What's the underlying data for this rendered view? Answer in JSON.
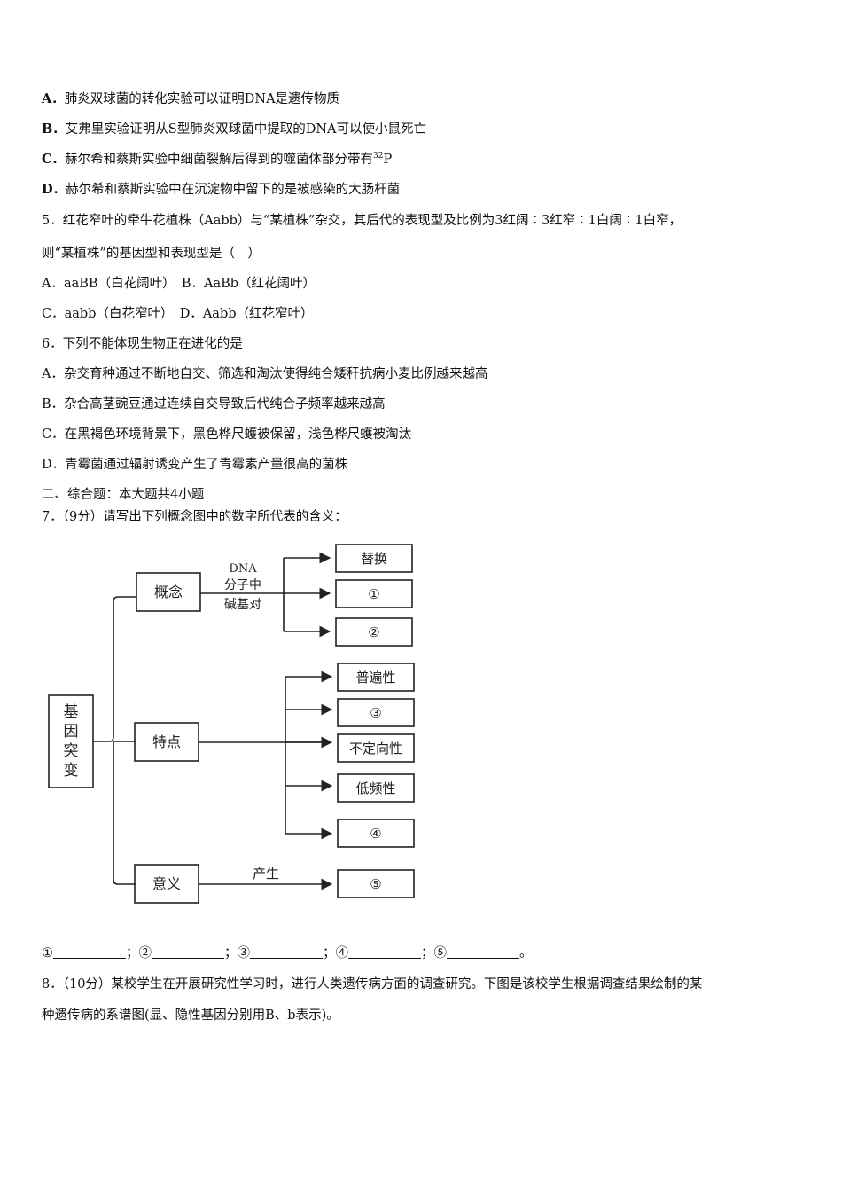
{
  "q4_options": [
    {
      "label": "A．",
      "text": "肺炎双球菌的转化实验可以证明DNA是遗传物质"
    },
    {
      "label": "B．",
      "text": "艾弗里实验证明从S型肺炎双球菌中提取的DNA可以使小鼠死亡"
    },
    {
      "label": "C．",
      "text": "赫尔希和蔡斯实验中细菌裂解后得到的噬菌体部分带有",
      "sup": "32",
      "tail": "P"
    },
    {
      "label": "D．",
      "text": "赫尔希和蔡斯实验中在沉淀物中留下的是被感染的大肠杆菌"
    }
  ],
  "q5": {
    "stem_line1": "5．红花窄叶的牵牛花植株（Aabb）与“某植株”杂交，其后代的表现型及比例为3红阔∶3红窄∶1白阔∶1白窄，",
    "stem_line2": "则“某植株”的基因型和表现型是（　）",
    "row1": "A．aaBB（白花阔叶）　B．AaBb（红花阔叶）",
    "row2": "C．aabb（白花窄叶）　D．Aabb（红花窄叶）"
  },
  "q6": {
    "stem": "6．下列不能体现生物正在进化的是",
    "options": [
      "A．杂交育种通过不断地自交、筛选和淘汰使得纯合矮秆抗病小麦比例越来越高",
      "B．杂合高茎豌豆通过连续自交导致后代纯合子频率越来越高",
      "C．在黑褐色环境背景下，黑色桦尺蠖被保留，浅色桦尺蠖被淘汰",
      "D．青霉菌通过辐射诱变产生了青霉素产量很高的菌株"
    ]
  },
  "section2": "二、综合题：本大题共4小题",
  "q7": {
    "stem": "7．（9分）请写出下列概念图中的数字所代表的含义：",
    "diagram": {
      "root": "基因突变",
      "branches": [
        "概念",
        "特点",
        "意义"
      ],
      "edge_label_concept": [
        "DNA",
        "分子中",
        "碱基对"
      ],
      "edge_label_meaning": "产生",
      "concept_targets": [
        "替换",
        "①",
        "②"
      ],
      "feature_targets": [
        "普遍性",
        "③",
        "不定向性",
        "低频性",
        "④"
      ],
      "meaning_targets": [
        "⑤"
      ]
    },
    "answers": [
      "①",
      "；②",
      "；③",
      "；④",
      "；⑤",
      "。"
    ]
  },
  "q8": {
    "line1": "8．（10分）某校学生在开展研究性学习时，进行人类遗传病方面的调查研究。下图是该校学生根据调查结果绘制的某",
    "line2": "种遗传病的系谱图(显、隐性基因分别用B、b表示)。"
  }
}
